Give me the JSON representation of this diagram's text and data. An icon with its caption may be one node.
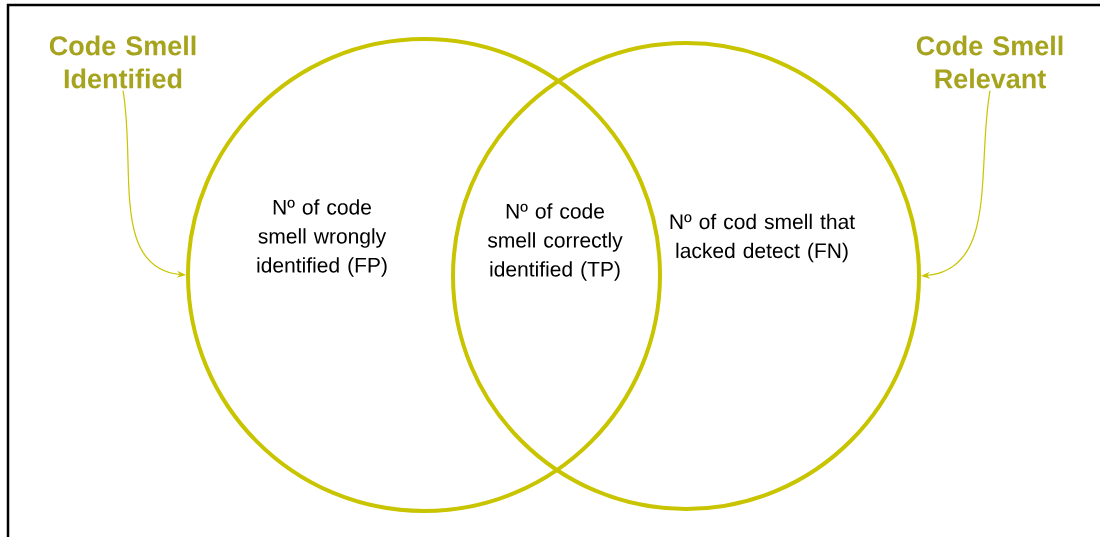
{
  "diagram": {
    "nodes": [
      {
        "text": [
          "Code Smell Identified"
        ]
      },
      {
        "text": [],
        "shape": "circle"
      },
      {
        "text": [
          "Code Smell Relevant"
        ]
      },
      {
        "text": [],
        "shape": "circle"
      }
    ],
    "edges": [
      {
        "from": 0,
        "to": 1,
        "arrow": "to"
      },
      {
        "from": 2,
        "to": 3,
        "arrow": "to"
      }
    ],
    "labels": [
      "Nº of code smell wrongly identified (FP)",
      "Nº of code smell correctly identified (TP)",
      "Nº of cod smell that lacked detect (FN)"
    ]
  }
}
